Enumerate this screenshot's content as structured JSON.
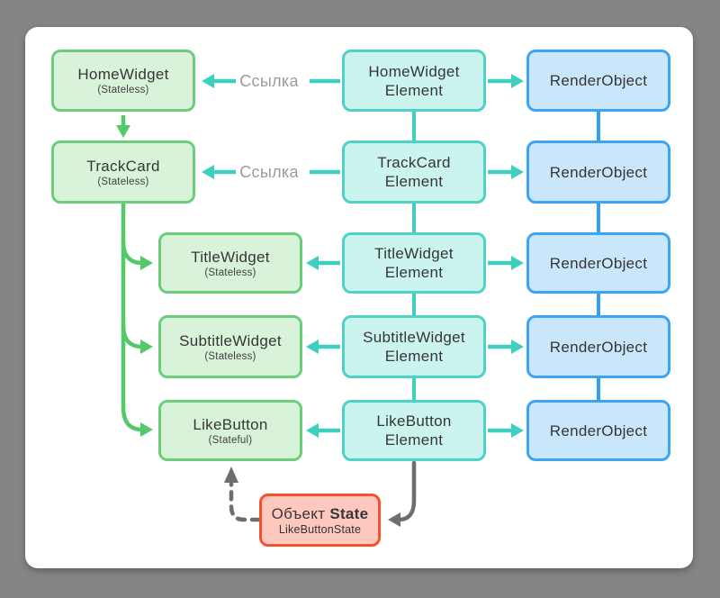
{
  "reference_label": "Ссылка",
  "widget_tree": [
    {
      "name": "HomeWidget",
      "kind": "(Stateless)"
    },
    {
      "name": "TrackCard",
      "kind": "(Stateless)"
    },
    {
      "name": "TitleWidget",
      "kind": "(Stateless)"
    },
    {
      "name": "SubtitleWidget",
      "kind": "(Stateless)"
    },
    {
      "name": "LikeButton",
      "kind": "(Stateful)"
    }
  ],
  "element_tree": [
    {
      "line1": "HomeWidget",
      "line2": "Element"
    },
    {
      "line1": "TrackCard",
      "line2": "Element"
    },
    {
      "line1": "TitleWidget",
      "line2": "Element"
    },
    {
      "line1": "SubtitleWidget",
      "line2": "Element"
    },
    {
      "line1": "LikeButton",
      "line2": "Element"
    }
  ],
  "render_tree": [
    {
      "label": "RenderObject"
    },
    {
      "label": "RenderObject"
    },
    {
      "label": "RenderObject"
    },
    {
      "label": "RenderObject"
    },
    {
      "label": "RenderObject"
    }
  ],
  "state_object": {
    "title": "Объект",
    "title_bold": "State",
    "subtitle": "LikeButtonState"
  },
  "colors": {
    "background": "#858585",
    "panel": "#ffffff",
    "widget_fill": "#d9f3da",
    "widget_border": "#6ccd7a",
    "widget_arrow": "#54c96a",
    "element_fill": "#ccf4ef",
    "element_border": "#4fd2c5",
    "element_arrow": "#3ecfc1",
    "render_fill": "#c9e6fb",
    "render_border": "#3ba4f4",
    "render_line": "#2f9ff3",
    "state_fill": "#ffc8bf",
    "state_border": "#f4512c",
    "gray_arrow": "#6e6e6e",
    "reference_text": "#9b9b9b"
  }
}
